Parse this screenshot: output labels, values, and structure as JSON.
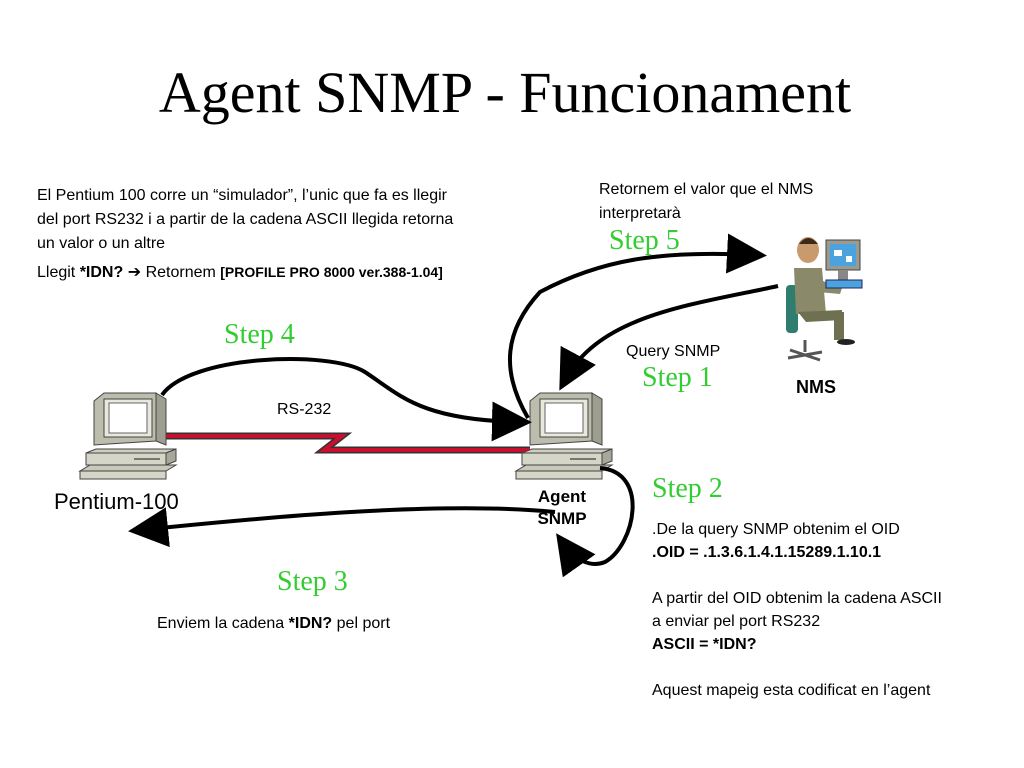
{
  "title": "Agent SNMP - Funcionament",
  "note_pentium": {
    "line1": "El Pentium 100 corre un “simulador”, l’unic que fa es llegir",
    "line2": "del port RS232 i a partir de la cadena ASCII llegida retorna",
    "line3": "un valor o un altre",
    "llegit_prefix": "Llegit ",
    "llegit_cmd": "*IDN?",
    "arrow": "➔",
    "retornem": " Retornem ",
    "profile": "[PROFILE PRO 8000 ver.388-1.04]"
  },
  "note_return": {
    "line1": "Retornem el valor que el NMS",
    "line2": "interpretarà"
  },
  "steps": {
    "step1": "Step 1",
    "step2": "Step 2",
    "step3": "Step 3",
    "step4": "Step 4",
    "step5": "Step 5"
  },
  "labels": {
    "rs232": "RS-232",
    "query_snmp": "Query SNMP",
    "nms": "NMS",
    "pentium": "Pentium-100",
    "agent_line1": "Agent",
    "agent_line2": "SNMP"
  },
  "note_step3": {
    "prefix": "Enviem la cadena ",
    "cmd": "*IDN?",
    "suffix": " pel port"
  },
  "note_step2": {
    "line1": ".De la query SNMP obtenim el OID",
    "line2": ".OID = .1.3.6.1.4.1.15289.1.10.1",
    "line3": "A partir del OID obtenim la cadena ASCII",
    "line4": "a enviar pel port RS232",
    "line5": "ASCII = *IDN?",
    "line6": "Aquest mapeig esta codificat en l’agent"
  },
  "colors": {
    "step_green": "#33cc33",
    "serial_red": "#c8102e",
    "computer_beige": "#d6d6c8"
  },
  "icons": {
    "pentium": "desktop-computer-icon",
    "agent": "desktop-computer-icon",
    "nms": "operator-at-workstation-icon"
  }
}
